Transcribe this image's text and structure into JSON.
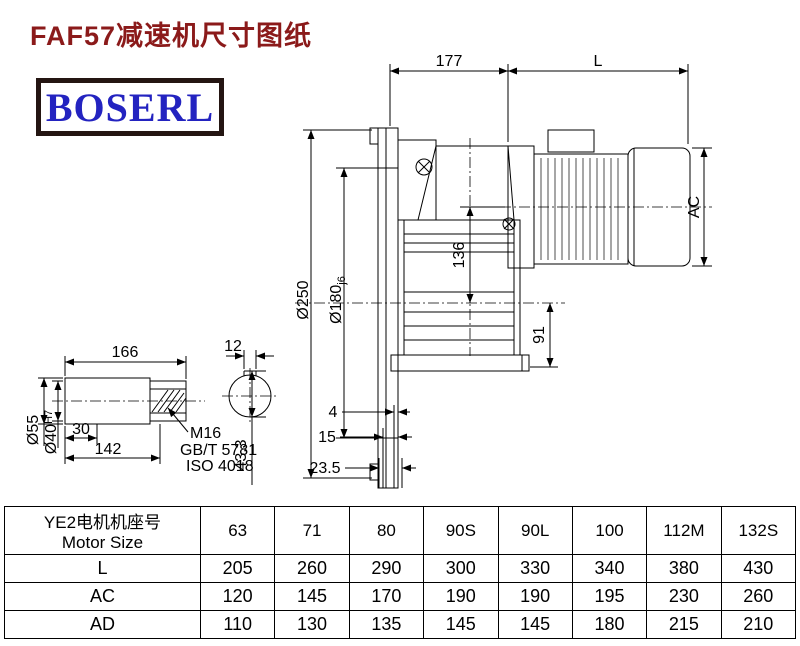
{
  "header": {
    "title": "FAF57减速机尺寸图纸",
    "logo": "BOSERL"
  },
  "dims": {
    "d177": "177",
    "dL": "L",
    "dAC": "AC",
    "d250": "Ø250",
    "d180": "Ø180",
    "d180t": "j6",
    "d136": "136",
    "d91": "91",
    "d4": "4",
    "d15": "15",
    "d23_5": "23.5",
    "d43_3": "43.3",
    "d166": "166",
    "d12": "12",
    "d55": "Ø55",
    "d40": "Ø40",
    "d40t": "H7",
    "d30": "30",
    "d142": "142",
    "m16": "M16",
    "gb": "GB/T 5781",
    "iso": "ISO 4018"
  },
  "table": {
    "header_cn": "YE2电机机座号",
    "header_en": "Motor Size",
    "sizes": [
      "63",
      "71",
      "80",
      "90S",
      "90L",
      "100",
      "112M",
      "132S"
    ],
    "rows": [
      {
        "label": "L",
        "values": [
          "205",
          "260",
          "290",
          "300",
          "330",
          "340",
          "380",
          "430"
        ]
      },
      {
        "label": "AC",
        "values": [
          "120",
          "145",
          "170",
          "190",
          "190",
          "195",
          "230",
          "260"
        ]
      },
      {
        "label": "AD",
        "values": [
          "110",
          "130",
          "135",
          "145",
          "145",
          "180",
          "215",
          "210"
        ]
      }
    ]
  }
}
